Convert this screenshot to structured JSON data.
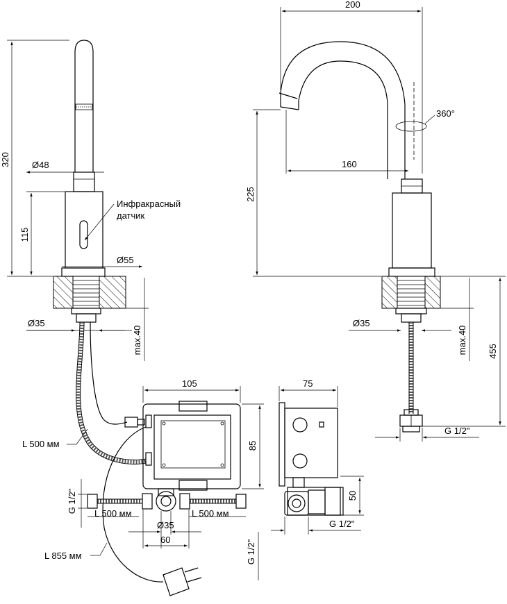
{
  "dimensions": {
    "left_height_total": "320",
    "left_dia_top": "Ø48",
    "left_body_height": "115",
    "left_dia_base": "Ø55",
    "left_dia_shank": "Ø35",
    "left_max_thickness": "max.40",
    "right_width_total": "200",
    "right_rotation": "360°",
    "right_reach": "160",
    "right_height_outlet": "225",
    "right_dia_shank": "Ø35",
    "right_max_thickness": "max.40",
    "right_hose_length": "455",
    "right_connection_thread": "G 1/2\"",
    "box_width": "105",
    "box_height": "85",
    "box_inlet_left_thread": "G 1/2\"",
    "box_hose_left": "L 500 мм",
    "box_hose_right": "L 500 мм",
    "box_outlet_dia": "Ø35",
    "box_outlet_spacing": "60",
    "box_bottom_thread": "G 1/2\"",
    "side_depth": "75",
    "side_height": "50",
    "side_thread": "G 1/2\""
  },
  "labels": {
    "sensor_line1": "Инфракрасный",
    "sensor_line2": "датчик",
    "cable_sensor": "L 500 мм",
    "cable_power": "L 855 мм"
  }
}
